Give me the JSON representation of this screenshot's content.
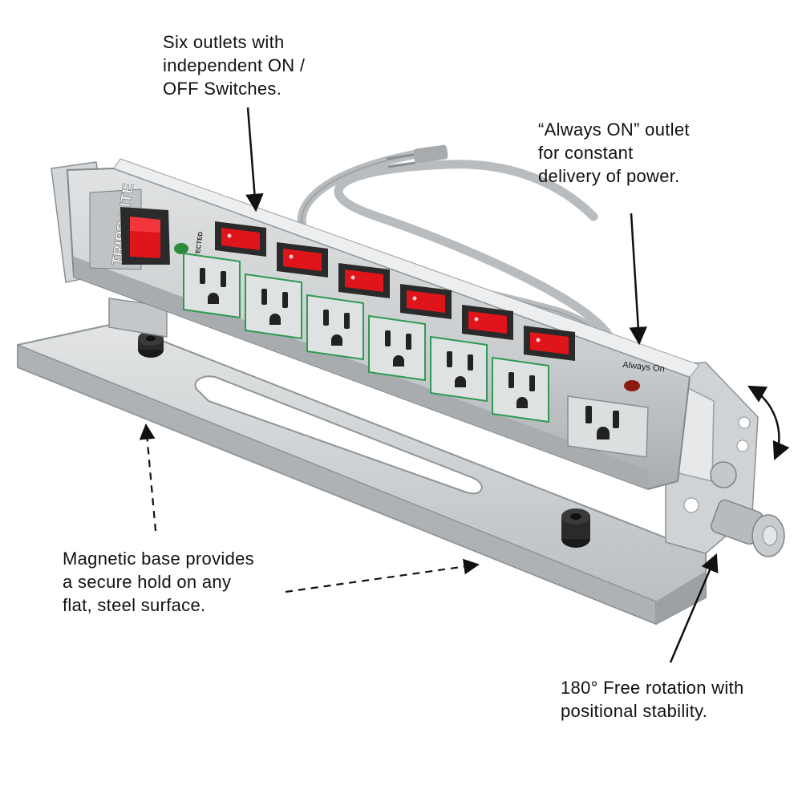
{
  "callouts": {
    "switches": [
      "Six outlets with",
      "independent ON /",
      "OFF Switches."
    ],
    "always_on": [
      "“Always ON” outlet",
      "for constant",
      "delivery of power."
    ],
    "magnetic_base": [
      "Magnetic base provides",
      "a secure hold on any",
      "flat, steel surface."
    ],
    "rotation": [
      "180° Free rotation with",
      "positional stability."
    ]
  },
  "product": {
    "brand": "TRIPP·LITE",
    "protected_label": "PROTECTED",
    "always_on_label": "Always On",
    "switched_outlet_count": 6
  },
  "colors": {
    "housing": "#c9ccce",
    "housing_dark": "#9ea3a7",
    "steel_base": "#cfd2d4",
    "switch_red": "#e0141b",
    "outlet_trim": "#2f9a53",
    "protected_led": "#2e8b3a",
    "always_on_led": "#8b1a12",
    "cord": "#b9bcbf"
  }
}
